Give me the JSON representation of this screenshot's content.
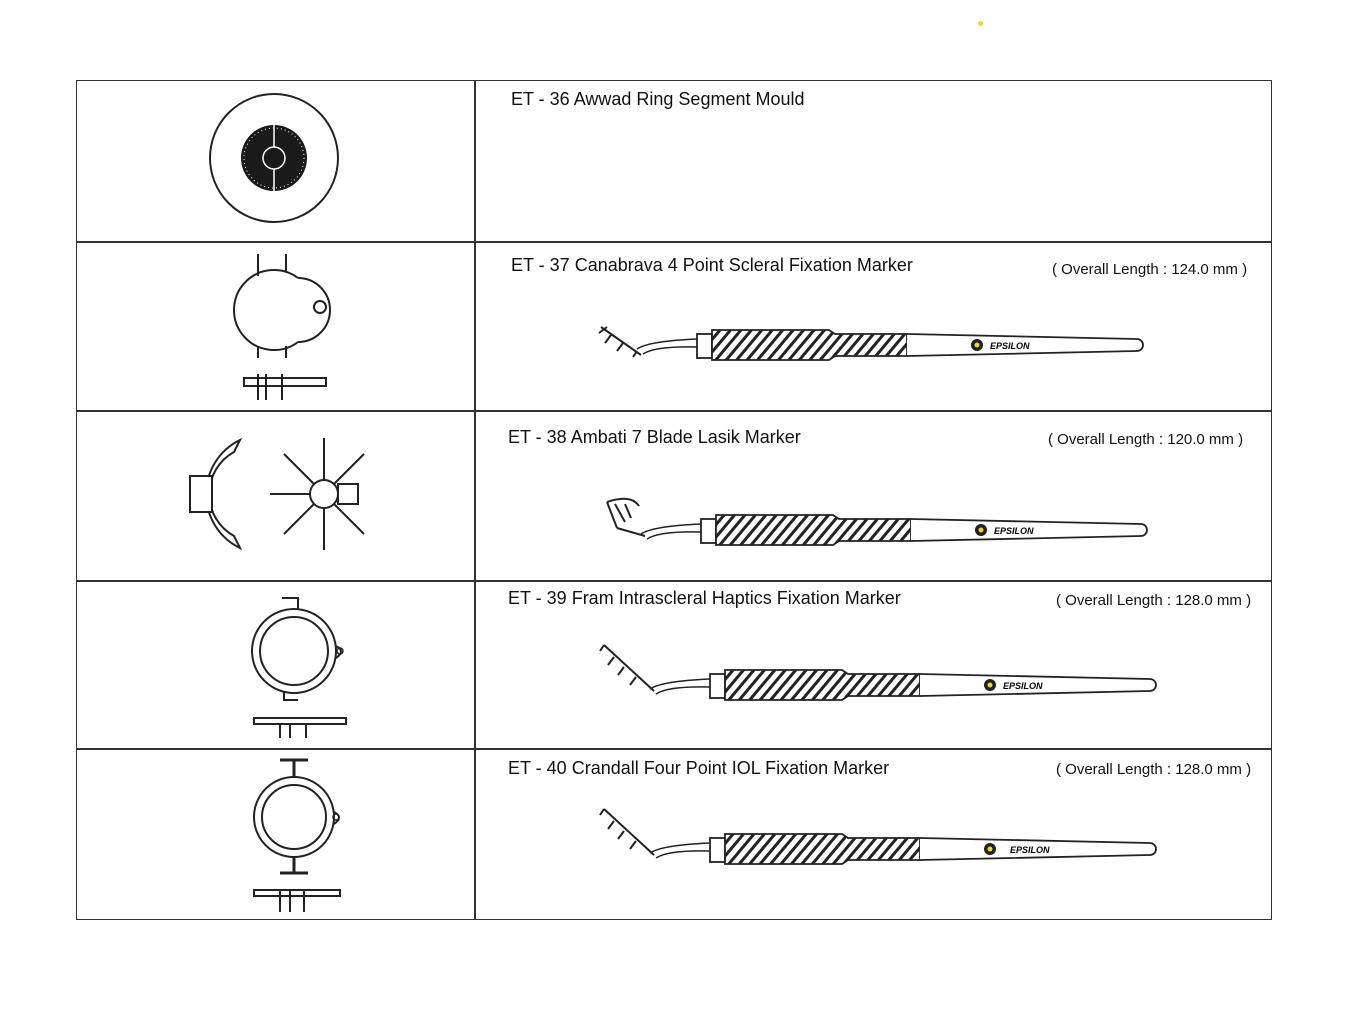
{
  "brand_logo_text": "EPSILON",
  "products": [
    {
      "name": "ET - 36 Awwad Ring Segment Mould",
      "length": ""
    },
    {
      "name": "ET - 37 Canabrava 4 Point Scleral Fixation Marker",
      "length": "( Overall Length : 124.0 mm )"
    },
    {
      "name": "ET - 38 Ambati 7 Blade Lasik Marker",
      "length": "( Overall Length : 120.0 mm )"
    },
    {
      "name": "ET - 39 Fram Intrascleral Haptics Fixation Marker",
      "length": "( Overall Length : 128.0 mm )"
    },
    {
      "name": "ET - 40 Crandall Four Point IOL Fixation Marker",
      "length": "( Overall Length : 128.0 mm )"
    }
  ],
  "colors": {
    "line": "#333333",
    "accent_dot": "#f2d33a"
  }
}
